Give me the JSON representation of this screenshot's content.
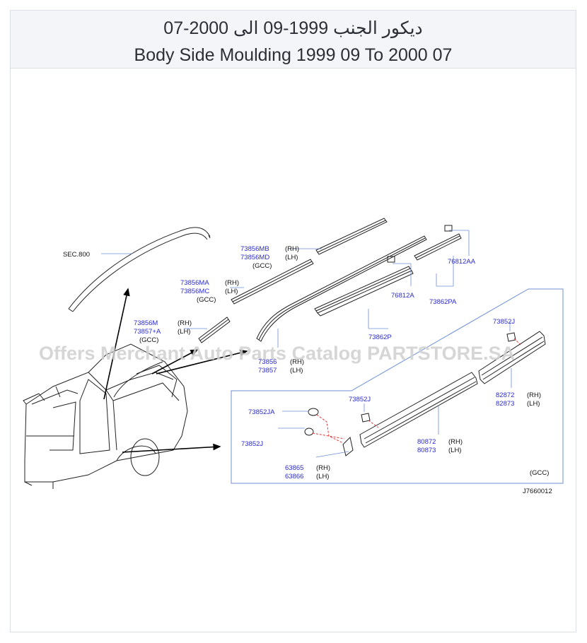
{
  "header": {
    "title_ar": "ديكور الجنب 1999-09 الى 2000-07",
    "title_en": "Body Side Moulding 1999 09 To 2000 07"
  },
  "diagram": {
    "ref_sec": "SEC.800",
    "ref_code": "J7660012",
    "watermark": "Offers Merchant Auto Parts Catalog PARTSTORE.SA",
    "parts": {
      "p73856MB": "73856MB",
      "p73856MD": "73856MD",
      "p73856MA": "73856MA",
      "p73856MC": "73856MC",
      "p73856M": "73856M",
      "p73857A": "73857+A",
      "p73856": "73856",
      "p73857": "73857",
      "p76812AA": "76812AA",
      "p73862PA": "73862PA",
      "p76812A": "76812A",
      "p73862P": "73862P",
      "p73852J_top": "73852J",
      "p82872": "82872",
      "p82873": "82873",
      "p73852JA": "73852JA",
      "p73852J_mid": "73852J",
      "p73852J_left": "73852J",
      "p80872": "80872",
      "p80873": "80873",
      "p63865": "63865",
      "p63866": "63866"
    },
    "labels": {
      "rh": "(RH)",
      "lh": "(LH)",
      "gcc": "(GCC)"
    }
  }
}
